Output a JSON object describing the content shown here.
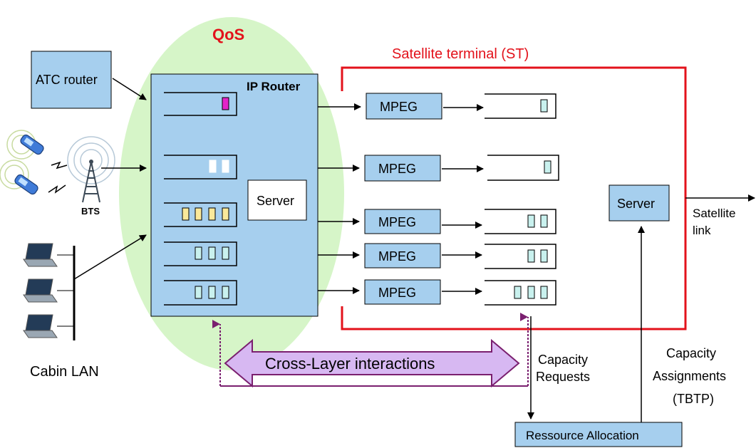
{
  "qos_label": "QoS",
  "satellite_terminal_label": "Satellite terminal (ST)",
  "atc_router_label": "ATC router",
  "ip_router_label": "IP Router",
  "bts_label": "BTS",
  "router_server_label": "Server",
  "st_server_label": "Server",
  "cabin_lan_label": "Cabin LAN",
  "satellite_link_label": [
    "Satellite",
    "link"
  ],
  "cross_layer_label": "Cross-Layer interactions",
  "capacity_requests_label": [
    "Capacity",
    "Requests"
  ],
  "capacity_assignments_label": [
    "Capacity",
    "Assignments",
    "(TBTP)"
  ],
  "resource_allocation_label": "Ressource Allocation",
  "mpeg_labels": [
    "MPEG",
    "MPEG",
    "MPEG",
    "MPEG",
    "MPEG"
  ],
  "colors": {
    "qos_red": "#e3121b",
    "st_border_red": "#e3121b",
    "qos_ellipse": "#d6f5c8",
    "box_blue": "#a6cfee",
    "packet_magenta": "#e424c8",
    "packet_white": "#ffffff",
    "packet_yellow": "#fae99a",
    "packet_cyan": "#c9f1ee",
    "cross_layer_fill": "#d7b8f2",
    "cross_layer_dark": "#7a1f6f"
  },
  "router_queues": [
    {
      "packets": [
        {
          "color": "magenta"
        }
      ]
    },
    {
      "packets": [
        {
          "color": "white"
        },
        {
          "color": "white"
        }
      ]
    },
    {
      "packets": [
        {
          "color": "yellow"
        },
        {
          "color": "yellow"
        },
        {
          "color": "yellow"
        },
        {
          "color": "yellow"
        }
      ]
    },
    {
      "packets": [
        {
          "color": "cyan"
        },
        {
          "color": "cyan"
        },
        {
          "color": "cyan"
        }
      ]
    },
    {
      "packets": [
        {
          "color": "cyan"
        },
        {
          "color": "cyan"
        },
        {
          "color": "cyan"
        }
      ]
    }
  ],
  "mpeg_queue_packet_counts": [
    1,
    1,
    2,
    2,
    3
  ]
}
